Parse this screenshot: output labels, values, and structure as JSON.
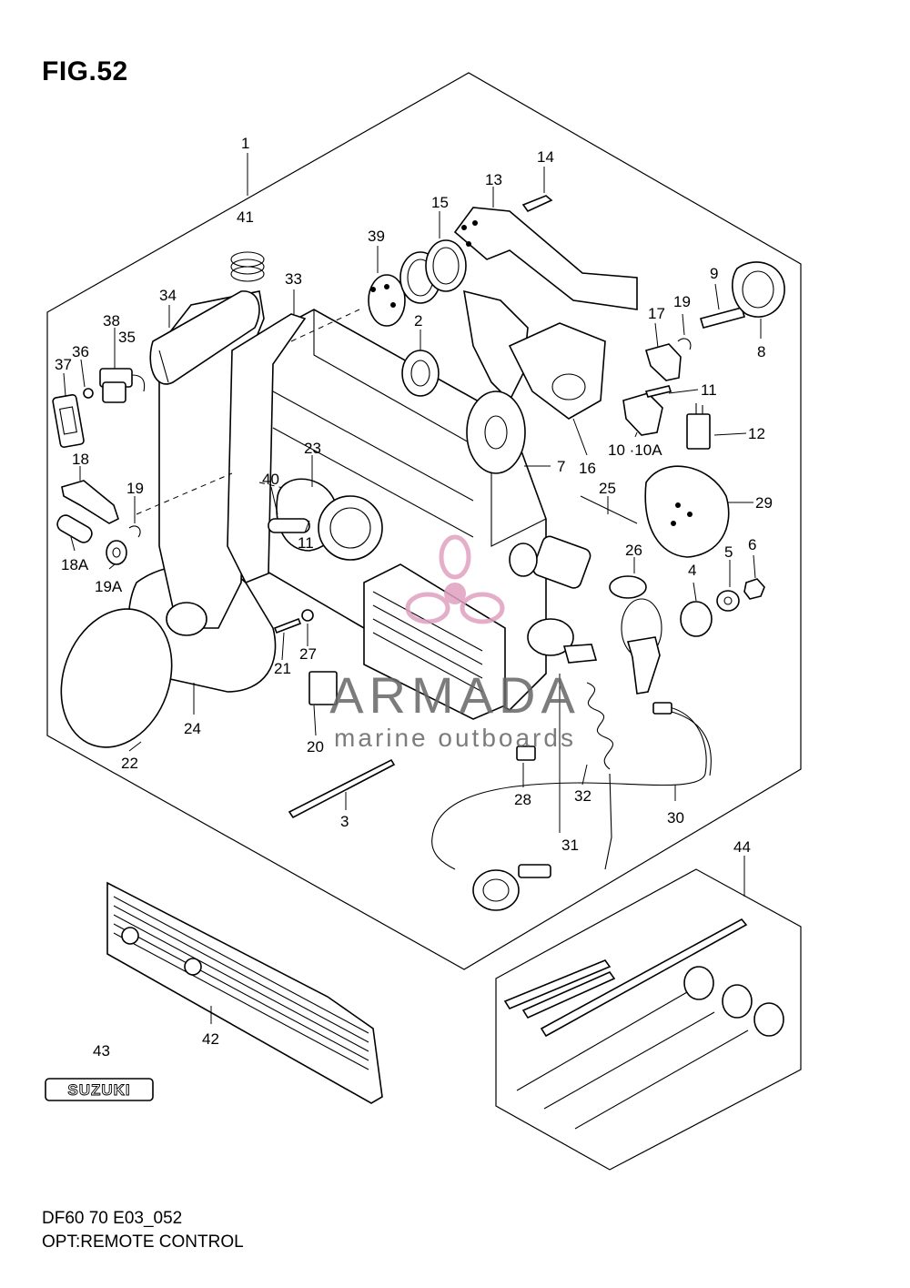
{
  "figure": {
    "title": "FIG.52",
    "code": "DF60 70 E03_052",
    "caption": "OPT:REMOTE CONTROL"
  },
  "watermark": {
    "brand": "ARMADA",
    "tagline": "marine outboards",
    "color": "#e0a0c0"
  },
  "parts": [
    {
      "id": "1",
      "label": "1"
    },
    {
      "id": "2",
      "label": "2"
    },
    {
      "id": "3",
      "label": "3"
    },
    {
      "id": "4",
      "label": "4"
    },
    {
      "id": "5",
      "label": "5"
    },
    {
      "id": "6",
      "label": "6"
    },
    {
      "id": "7",
      "label": "7"
    },
    {
      "id": "8",
      "label": "8"
    },
    {
      "id": "9",
      "label": "9"
    },
    {
      "id": "10",
      "label": "10 ·10A"
    },
    {
      "id": "11a",
      "label": "11"
    },
    {
      "id": "11b",
      "label": "11"
    },
    {
      "id": "12",
      "label": "12"
    },
    {
      "id": "13",
      "label": "13"
    },
    {
      "id": "14",
      "label": "14"
    },
    {
      "id": "15",
      "label": "15"
    },
    {
      "id": "16",
      "label": "16"
    },
    {
      "id": "17",
      "label": "17"
    },
    {
      "id": "18",
      "label": "18"
    },
    {
      "id": "18A",
      "label": "18A"
    },
    {
      "id": "19a",
      "label": "19"
    },
    {
      "id": "19b",
      "label": "19"
    },
    {
      "id": "19A",
      "label": "19A"
    },
    {
      "id": "20",
      "label": "20"
    },
    {
      "id": "21",
      "label": "21"
    },
    {
      "id": "22",
      "label": "22"
    },
    {
      "id": "23",
      "label": "23"
    },
    {
      "id": "24",
      "label": "24"
    },
    {
      "id": "25",
      "label": "25"
    },
    {
      "id": "26",
      "label": "26"
    },
    {
      "id": "27",
      "label": "27"
    },
    {
      "id": "28",
      "label": "28"
    },
    {
      "id": "29",
      "label": "29"
    },
    {
      "id": "30",
      "label": "30"
    },
    {
      "id": "31",
      "label": "31"
    },
    {
      "id": "32",
      "label": "32"
    },
    {
      "id": "33",
      "label": "33"
    },
    {
      "id": "34",
      "label": "34"
    },
    {
      "id": "35",
      "label": "35"
    },
    {
      "id": "36",
      "label": "36"
    },
    {
      "id": "37",
      "label": "37"
    },
    {
      "id": "38",
      "label": "38"
    },
    {
      "id": "39",
      "label": "39"
    },
    {
      "id": "40",
      "label": "40"
    },
    {
      "id": "41",
      "label": "41"
    },
    {
      "id": "42",
      "label": "42"
    },
    {
      "id": "43",
      "label": "43"
    },
    {
      "id": "44",
      "label": "44"
    }
  ],
  "decal": {
    "brand": "SUZUKI"
  }
}
